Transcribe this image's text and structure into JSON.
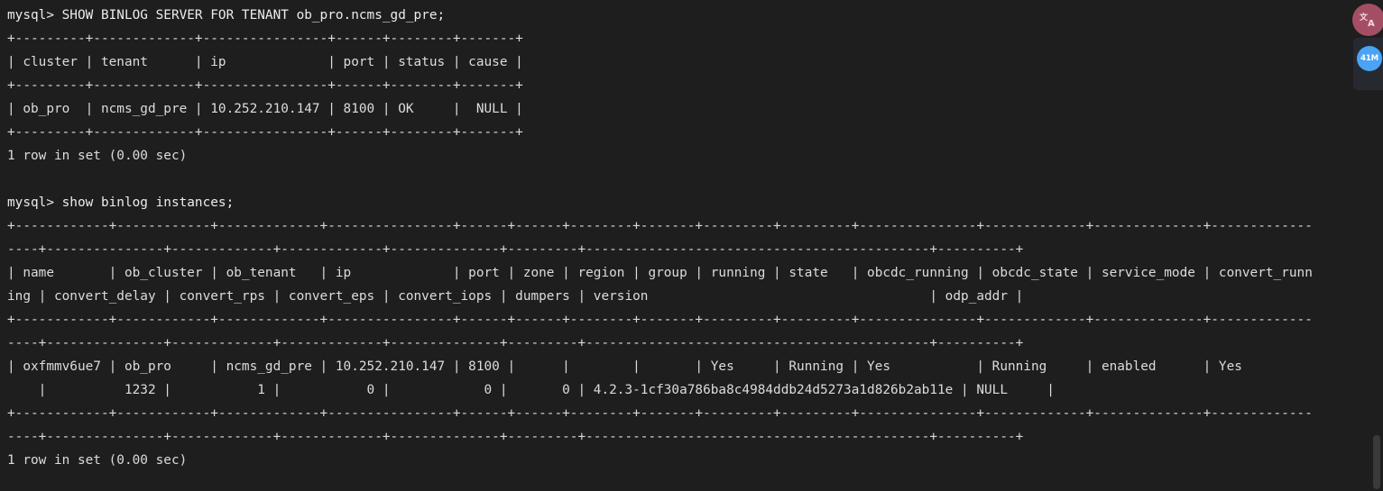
{
  "terminal": {
    "lines": [
      "mysql> SHOW BINLOG SERVER FOR TENANT ob_pro.ncms_gd_pre;",
      "+---------+-------------+----------------+------+--------+-------+",
      "| cluster | tenant      | ip             | port | status | cause |",
      "+---------+-------------+----------------+------+--------+-------+",
      "| ob_pro  | ncms_gd_pre | 10.252.210.147 | 8100 | OK     |  NULL |",
      "+---------+-------------+----------------+------+--------+-------+",
      "1 row in set (0.00 sec)",
      "",
      "mysql> show binlog instances;",
      "+------------+------------+-------------+----------------+------+------+--------+-------+---------+---------+---------------+-------------+--------------+-------------",
      "----+---------------+-------------+-------------+--------------+---------+--------------------------------------------+----------+",
      "| name       | ob_cluster | ob_tenant   | ip             | port | zone | region | group | running | state   | obcdc_running | obcdc_state | service_mode | convert_runn",
      "ing | convert_delay | convert_rps | convert_eps | convert_iops | dumpers | version                                    | odp_addr |",
      "+------------+------------+-------------+----------------+------+------+--------+-------+---------+---------+---------------+-------------+--------------+-------------",
      "----+---------------+-------------+-------------+--------------+---------+--------------------------------------------+----------+",
      "| oxfmmv6ue7 | ob_pro     | ncms_gd_pre | 10.252.210.147 | 8100 |      |        |       | Yes     | Running | Yes           | Running     | enabled      | Yes",
      "    |          1232 |           1 |           0 |            0 |       0 | 4.2.3-1cf30a786ba8c4984ddb24d5273a1d826b2ab11e | NULL     |",
      "+------------+------------+-------------+----------------+------+------+--------+-------+---------+---------+---------------+-------------+--------------+-------------",
      "----+---------------+-------------+-------------+--------------+---------+--------------------------------------------+----------+",
      "1 row in set (0.00 sec)"
    ]
  },
  "widgets": {
    "translate_icon": "translate-icon",
    "memory_badge": "41M"
  },
  "colors": {
    "background": "#1e1e1e",
    "text": "#dcdcdc",
    "translate_button": "#a44e63",
    "memory_badge": "#4aa3f5"
  }
}
